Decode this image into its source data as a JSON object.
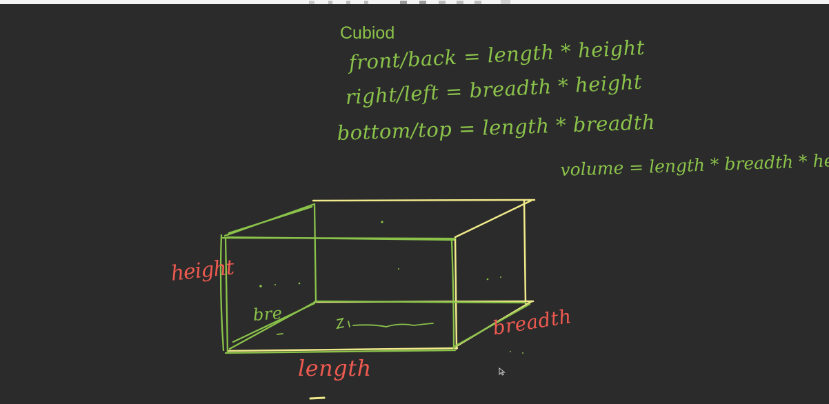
{
  "title": "Cubiod",
  "formulas": {
    "front_back": "front/back = length * height",
    "right_left": "right/left = breadth * height",
    "bottom_top": "bottom/top = length * breadth",
    "volume": "volume = length * breadth * height"
  },
  "labels": {
    "height": "height",
    "length": "length",
    "breadth": "breadth",
    "inner_breadth": "bre"
  },
  "colors": {
    "background": "#2b2b2b",
    "ink_green": "#8bc34a",
    "ink_red": "#ef5a50",
    "ink_yellow": "#f0ea8a"
  }
}
